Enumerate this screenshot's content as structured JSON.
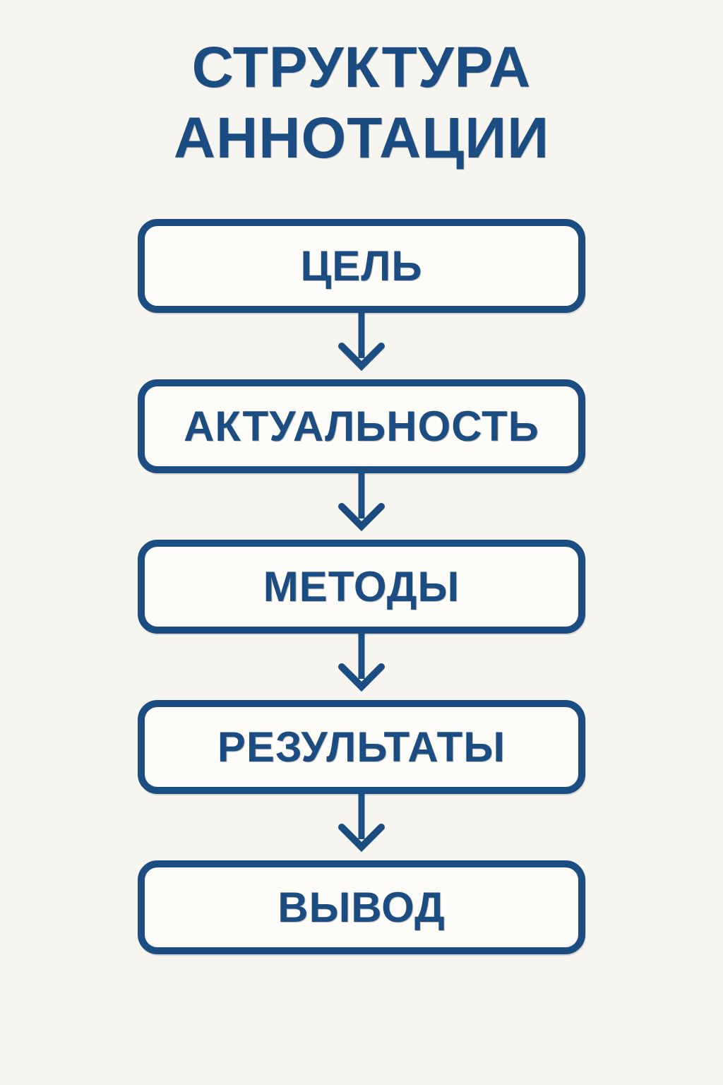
{
  "title": {
    "line1": "СТРУКТУРА",
    "line2": "АННОТАЦИИ"
  },
  "flow": {
    "steps": [
      {
        "label": "ЦЕЛЬ"
      },
      {
        "label": "АКТУАЛЬНОСТЬ"
      },
      {
        "label": "МЕТОДЫ"
      },
      {
        "label": "РЕЗУЛЬТАТЫ"
      },
      {
        "label": "ВЫВОД"
      }
    ]
  },
  "icons": {
    "connector": "arrow-down-icon"
  },
  "colors": {
    "accent": "#1b4c82",
    "background": "#f7f5f0",
    "box_fill": "#fdfcf9"
  }
}
